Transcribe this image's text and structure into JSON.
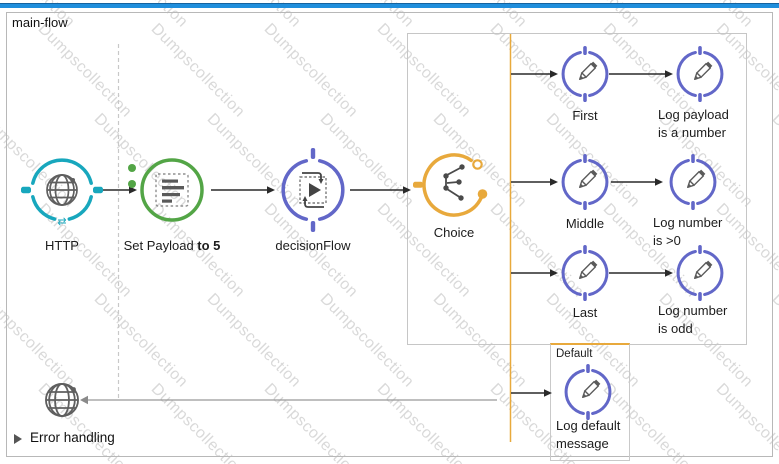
{
  "flow": {
    "title": "main-flow",
    "error_handling_label": "Error handling"
  },
  "components": {
    "http": {
      "label": "HTTP"
    },
    "set_payload": {
      "label_normal": "Set Payload ",
      "label_bold": "to 5"
    },
    "decision_flow": {
      "label": "decisionFlow"
    },
    "choice": {
      "label": "Choice"
    },
    "first": {
      "label": "First"
    },
    "log_payload": {
      "lines": [
        "Log payload",
        "is a number"
      ]
    },
    "middle": {
      "label": "Middle"
    },
    "log_number": {
      "lines": [
        "Log number",
        "is >0"
      ]
    },
    "last": {
      "label": "Last"
    },
    "log_odd": {
      "lines": [
        "Log number",
        "is odd"
      ]
    },
    "default_box": {
      "label": "Default"
    },
    "log_default": {
      "lines": [
        "Log default",
        "message"
      ]
    }
  },
  "icons": {
    "http_exchange_glyph": "⇄",
    "http": "globe-icon",
    "set_payload": "document-lines-icon",
    "decision_flow": "flow-reference-icon",
    "choice": "branch-icon",
    "logger": "pencil-icon",
    "error_handling": "disclosure-triangle-icon"
  },
  "watermark": {
    "text": "Dumpscollection"
  },
  "colors": {
    "http_teal": "#18a7bd",
    "payload_green": "#53a546",
    "flow_purple": "#6267c8",
    "choice_amber": "#e8a93c",
    "top_bar_blue": "#1f8edc",
    "icon_gray": "#5a5a5a",
    "wire_black": "#2a2a2a",
    "return_gray": "#999999"
  }
}
